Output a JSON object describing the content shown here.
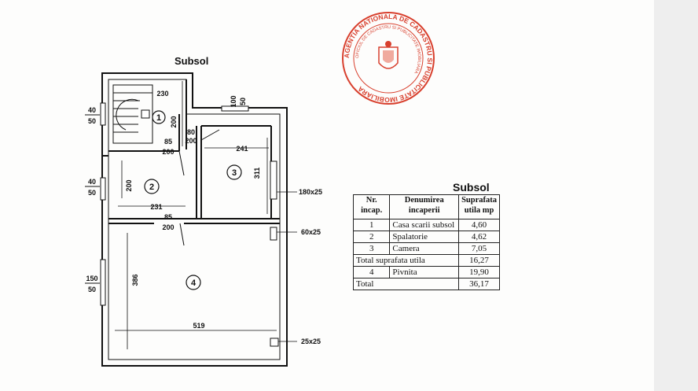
{
  "plan": {
    "title": "Subsol",
    "rooms": [
      "1",
      "2",
      "3",
      "4"
    ],
    "dims": {
      "stair_width": "230",
      "stair_height": "200",
      "door1_w": "85",
      "door1_h": "200",
      "door2_w": "80",
      "door2_h": "200",
      "room3_width": "241",
      "room3_height": "311",
      "room2_height": "200",
      "room2_width": "231",
      "door3_w": "85",
      "door3_h": "200",
      "room4_height": "386",
      "room4_width": "519",
      "top_window_w": "100",
      "top_window_h": "50"
    },
    "windows": [
      {
        "w": "40",
        "h": "50"
      },
      {
        "w": "40",
        "h": "50"
      },
      {
        "w": "150",
        "h": "50"
      }
    ],
    "openings": [
      "180x25",
      "60x25",
      "25x25"
    ]
  },
  "stamp": {
    "text": "AGENTIA NATIONALA DE CADASTRU SI PUBLICITATE IMOBILIARA",
    "inner": "OFICIUL DE CADASTRU SI PUBLICITATE IMOBILIARA"
  },
  "table": {
    "title": "Subsol",
    "headers": [
      "Nr. incap.",
      "Denumirea incaperii",
      "Suprafata utila mp"
    ],
    "rows": [
      {
        "nr": "1",
        "name": "Casa scarii subsol",
        "area": "4,60"
      },
      {
        "nr": "2",
        "name": "Spalatorie",
        "area": "4,62"
      },
      {
        "nr": "3",
        "name": "Camera",
        "area": "7,05"
      }
    ],
    "total_util_label": "Total suprafata utila",
    "total_util": "16,27",
    "extra_row": {
      "nr": "4",
      "name": "Pivnita",
      "area": "19,90"
    },
    "total_label": "Total",
    "total": "36,17"
  }
}
